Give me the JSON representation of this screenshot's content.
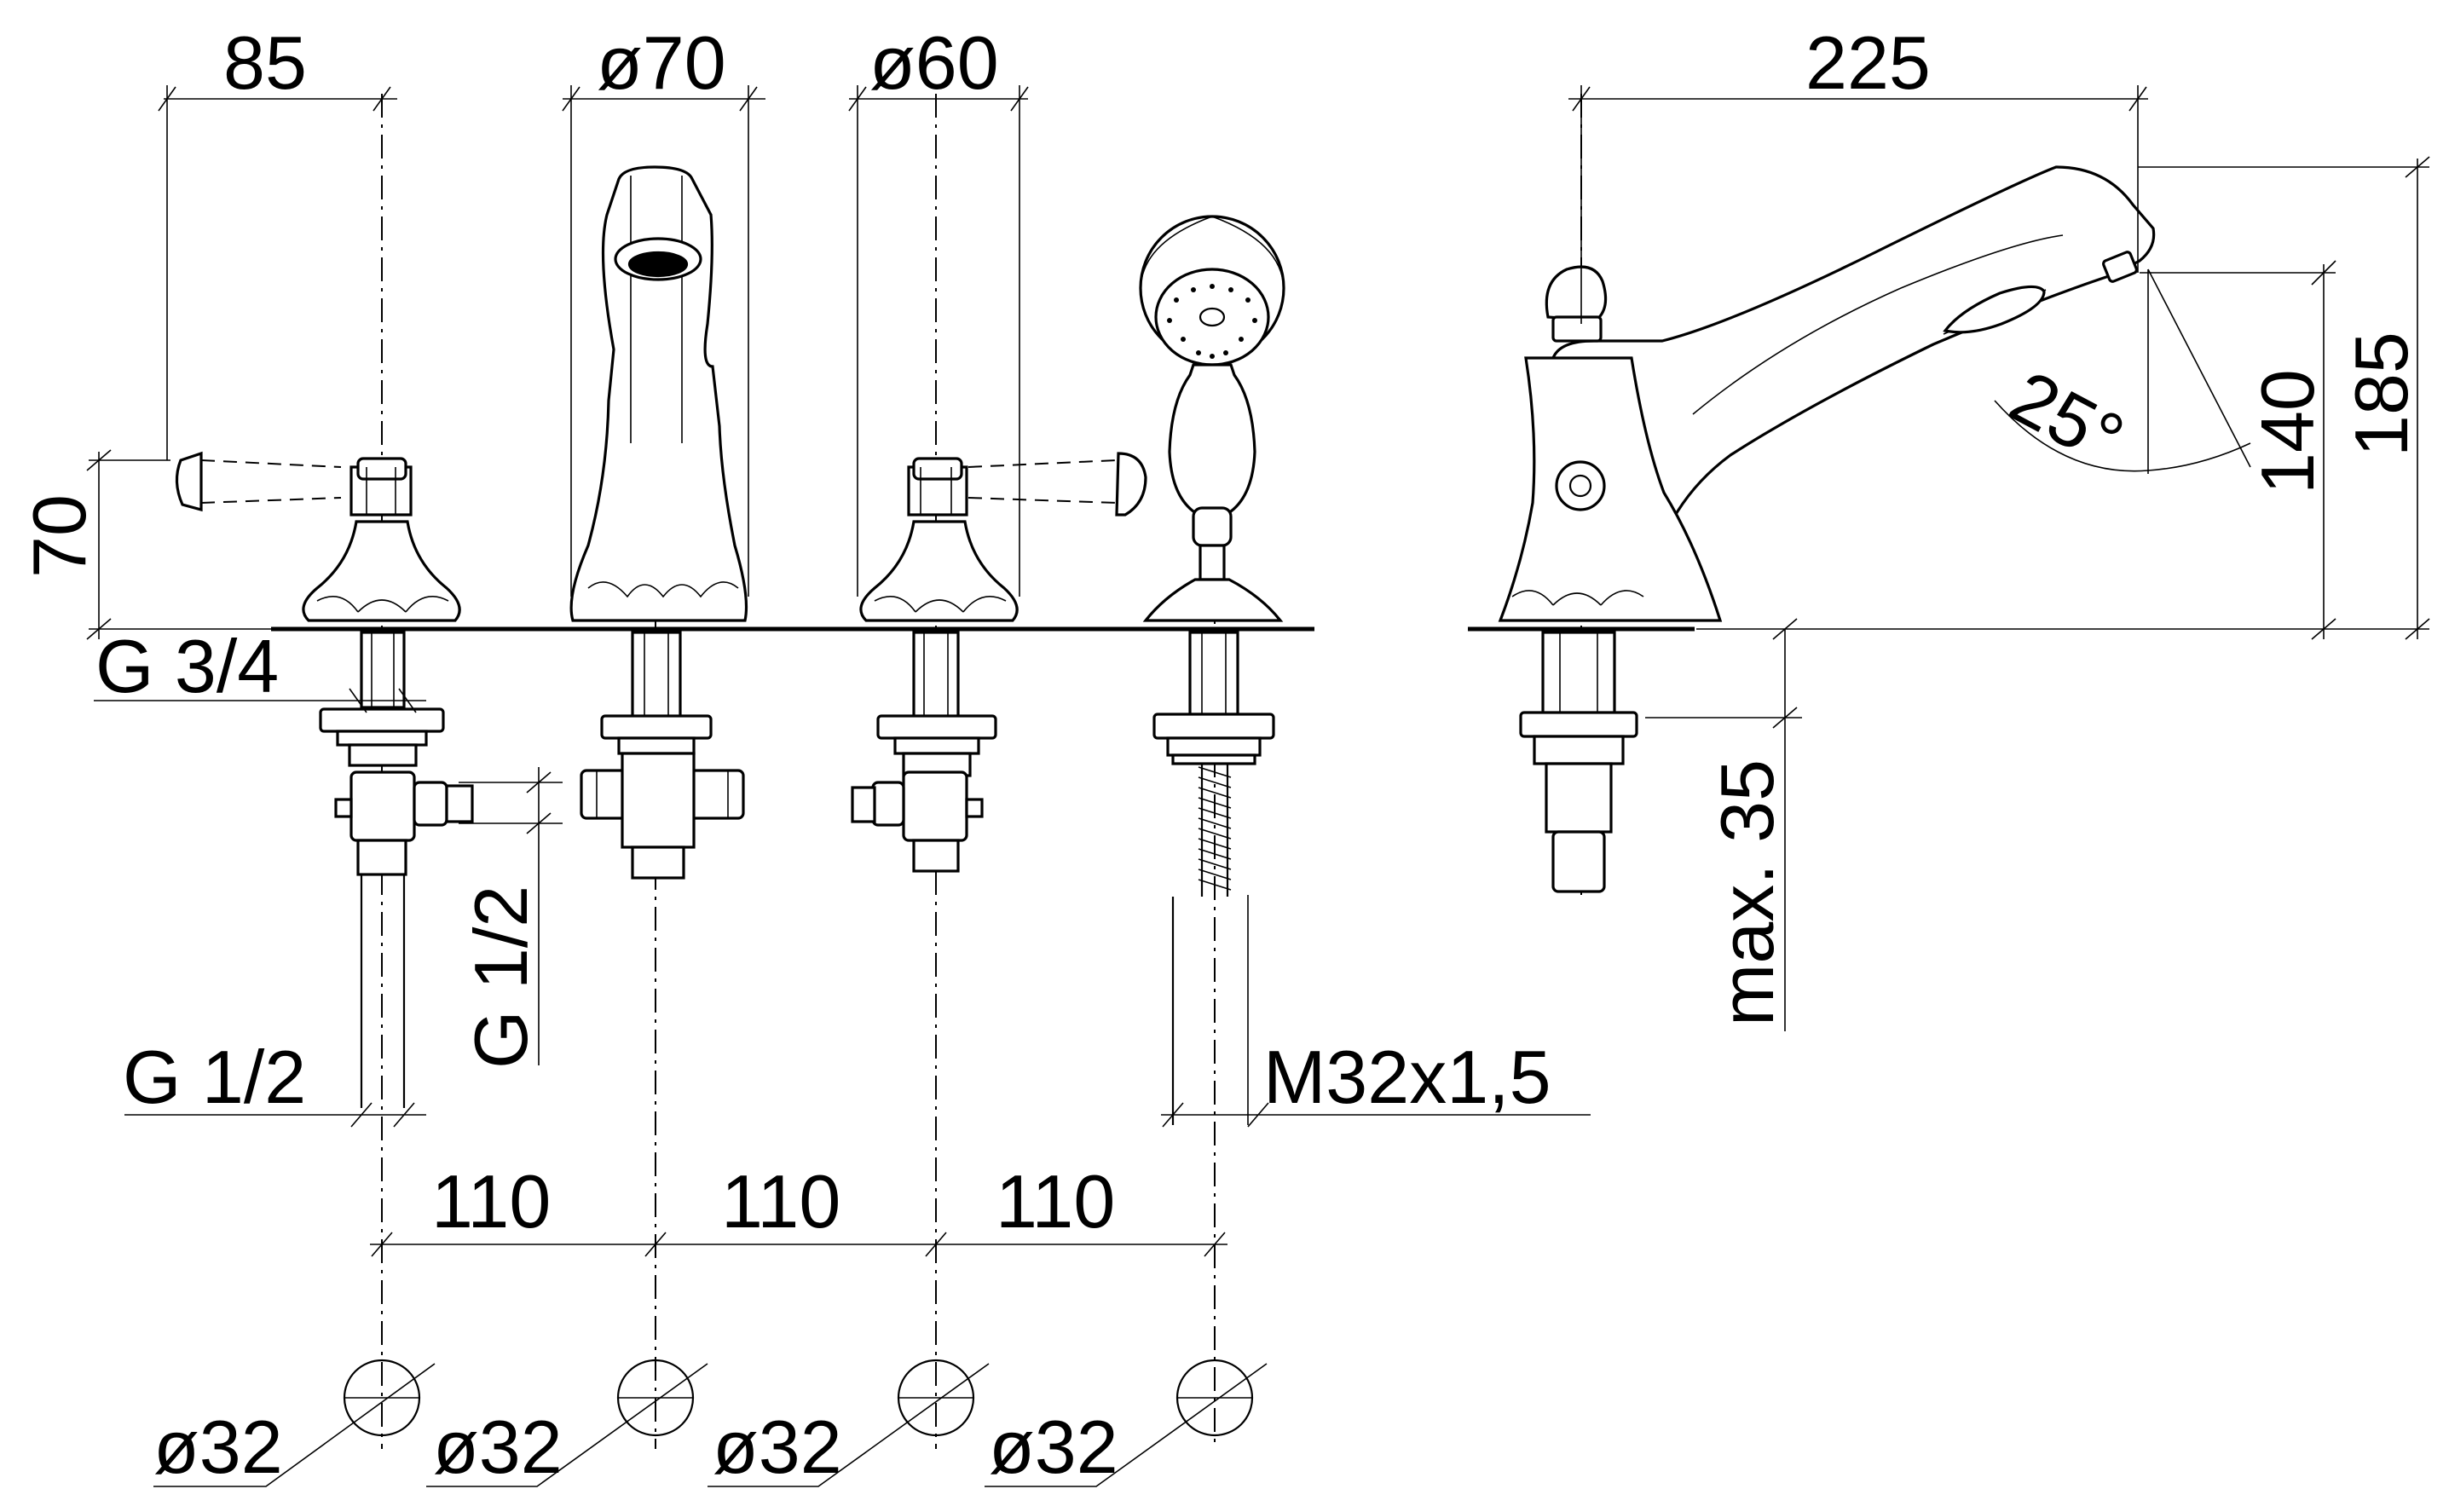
{
  "dimensions": {
    "handle_reach": "85",
    "spout_diameter": "ø70",
    "valve_diameter": "ø60",
    "side_length": "225",
    "height_70": "70",
    "height_140": "140",
    "height_185": "185",
    "angle": "25°",
    "thread_g34": "G 3/4",
    "thread_g12_left": "G 1/2",
    "thread_g12_connection": "G 1/2",
    "max_35": "max. 35",
    "hose_thread": "M32x1,5",
    "spacing_1": "110",
    "spacing_2": "110",
    "spacing_3": "110",
    "hole_1": "ø32",
    "hole_2": "ø32",
    "hole_3": "ø32",
    "hole_4": "ø32"
  }
}
